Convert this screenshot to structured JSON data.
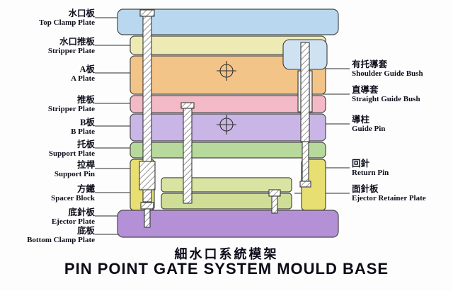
{
  "labels_left": [
    {
      "zh": "水口板",
      "en": "Top Clamp Plate"
    },
    {
      "zh": "水口推板",
      "en": "Stripper Plate"
    },
    {
      "zh": "A板",
      "en": "A Plate"
    },
    {
      "zh": "推板",
      "en": "Stripper Plate"
    },
    {
      "zh": "B板",
      "en": "B Plate"
    },
    {
      "zh": "托板",
      "en": "Support Plate"
    },
    {
      "zh": "拉桿",
      "en": "Support Pin"
    },
    {
      "zh": "方鐵",
      "en": "Spacer Block"
    },
    {
      "zh": "底針板",
      "en": "Ejector Plate"
    },
    {
      "zh": "底板",
      "en": "Bottom Clamp Plate"
    }
  ],
  "labels_right": [
    {
      "zh": "有托導套",
      "en": "Shoulder Guide Bush"
    },
    {
      "zh": "直導套",
      "en": "Straight Guide Bush"
    },
    {
      "zh": "導柱",
      "en": "Guide Pin"
    },
    {
      "zh": "回針",
      "en": "Return Pin"
    },
    {
      "zh": "面針板",
      "en": "Ejector Retainer Plate"
    }
  ],
  "title": {
    "zh": "細水口系統模架",
    "en": "PIN POINT GATE SYSTEM MOULD BASE"
  },
  "colors": {
    "top_clamp_plate": "#b9d7ee",
    "stripper_plate_top": "#eeeab4",
    "a_plate": "#f3c488",
    "stripper_plate": "#f3b9c6",
    "b_plate": "#c9b5e6",
    "support_plate": "#b7d99b",
    "spacer_block": "#e7df72",
    "ejector_retainer_plate": "#d9e4a2",
    "ejector_plate": "#cede96",
    "bottom_clamp_plate": "#b491d6",
    "shoulder_bush": "#cfe2f2",
    "straight_bush": "#ededed"
  }
}
